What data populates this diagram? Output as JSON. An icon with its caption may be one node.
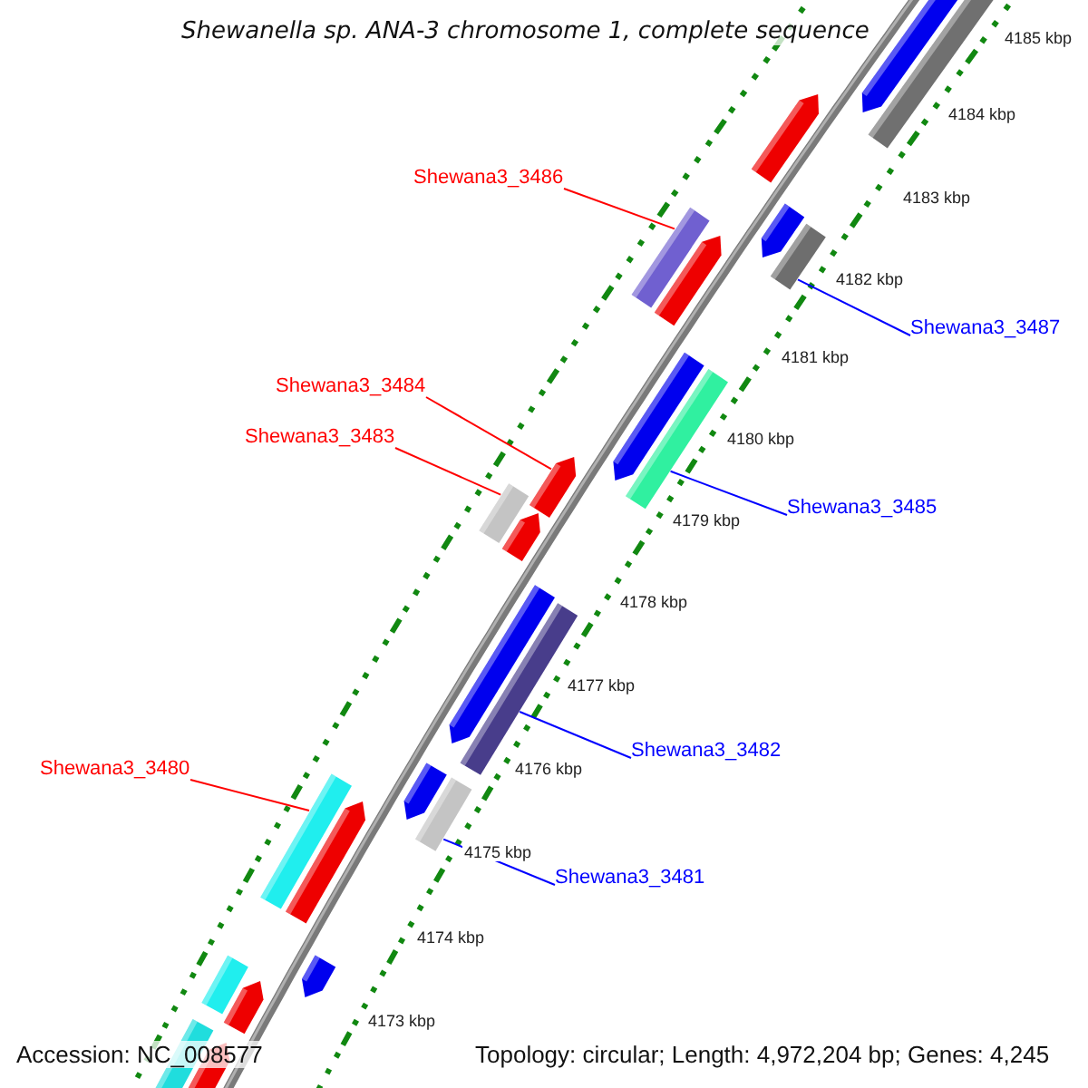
{
  "diagram": {
    "title": "Shewanella sp. ANA-3 chromosome 1, complete sequence",
    "nodes": [
      {
        "text": [
          "Shewana3_3486"
        ]
      },
      {
        "text": [
          "Shewana3_3487"
        ]
      },
      {
        "text": [
          "Shewana3_3484"
        ]
      },
      {
        "text": [
          "Shewana3_3483"
        ]
      },
      {
        "text": [
          "Shewana3_3485"
        ]
      },
      {
        "text": [
          "Shewana3_3482"
        ]
      },
      {
        "text": [
          "Shewana3_3480"
        ]
      },
      {
        "text": [
          "Shewana3_3481"
        ]
      },
      {
        "text": [],
        "shape": "bar"
      },
      {
        "text": [],
        "shape": "bar"
      },
      {
        "text": [],
        "shape": "bar"
      },
      {
        "text": [],
        "shape": "bar"
      },
      {
        "text": [],
        "shape": "bar"
      },
      {
        "text": [],
        "shape": "bar"
      },
      {
        "text": [],
        "shape": "bar"
      },
      {
        "text": [],
        "shape": "bar"
      }
    ],
    "edges": [
      {
        "from": 0,
        "to": 8,
        "arrow": "none",
        "color": "#ff0000"
      },
      {
        "from": 1,
        "to": 9,
        "arrow": "none",
        "color": "#0000ff"
      },
      {
        "from": 2,
        "to": 10,
        "arrow": "none",
        "color": "#ff0000"
      },
      {
        "from": 3,
        "to": 11,
        "arrow": "none",
        "color": "#ff0000"
      },
      {
        "from": 4,
        "to": 12,
        "arrow": "none",
        "color": "#0000ff"
      },
      {
        "from": 5,
        "to": 13,
        "arrow": "none",
        "color": "#0000ff"
      },
      {
        "from": 6,
        "to": 14,
        "arrow": "none",
        "color": "#ff0000"
      },
      {
        "from": 7,
        "to": 15,
        "arrow": "none",
        "color": "#0000ff"
      }
    ],
    "labels": [
      "4185 kbp",
      "4184 kbp",
      "4183 kbp",
      "4182 kbp",
      "4181 kbp",
      "4180 kbp",
      "4179 kbp",
      "4178 kbp",
      "4177 kbp",
      "4176 kbp",
      "4175 kbp",
      "4174 kbp",
      "4173 kbp",
      "Accession: NC_008577",
      "Topology: circular; Length: 4,972,204 bp; Genes: 4,245"
    ]
  }
}
